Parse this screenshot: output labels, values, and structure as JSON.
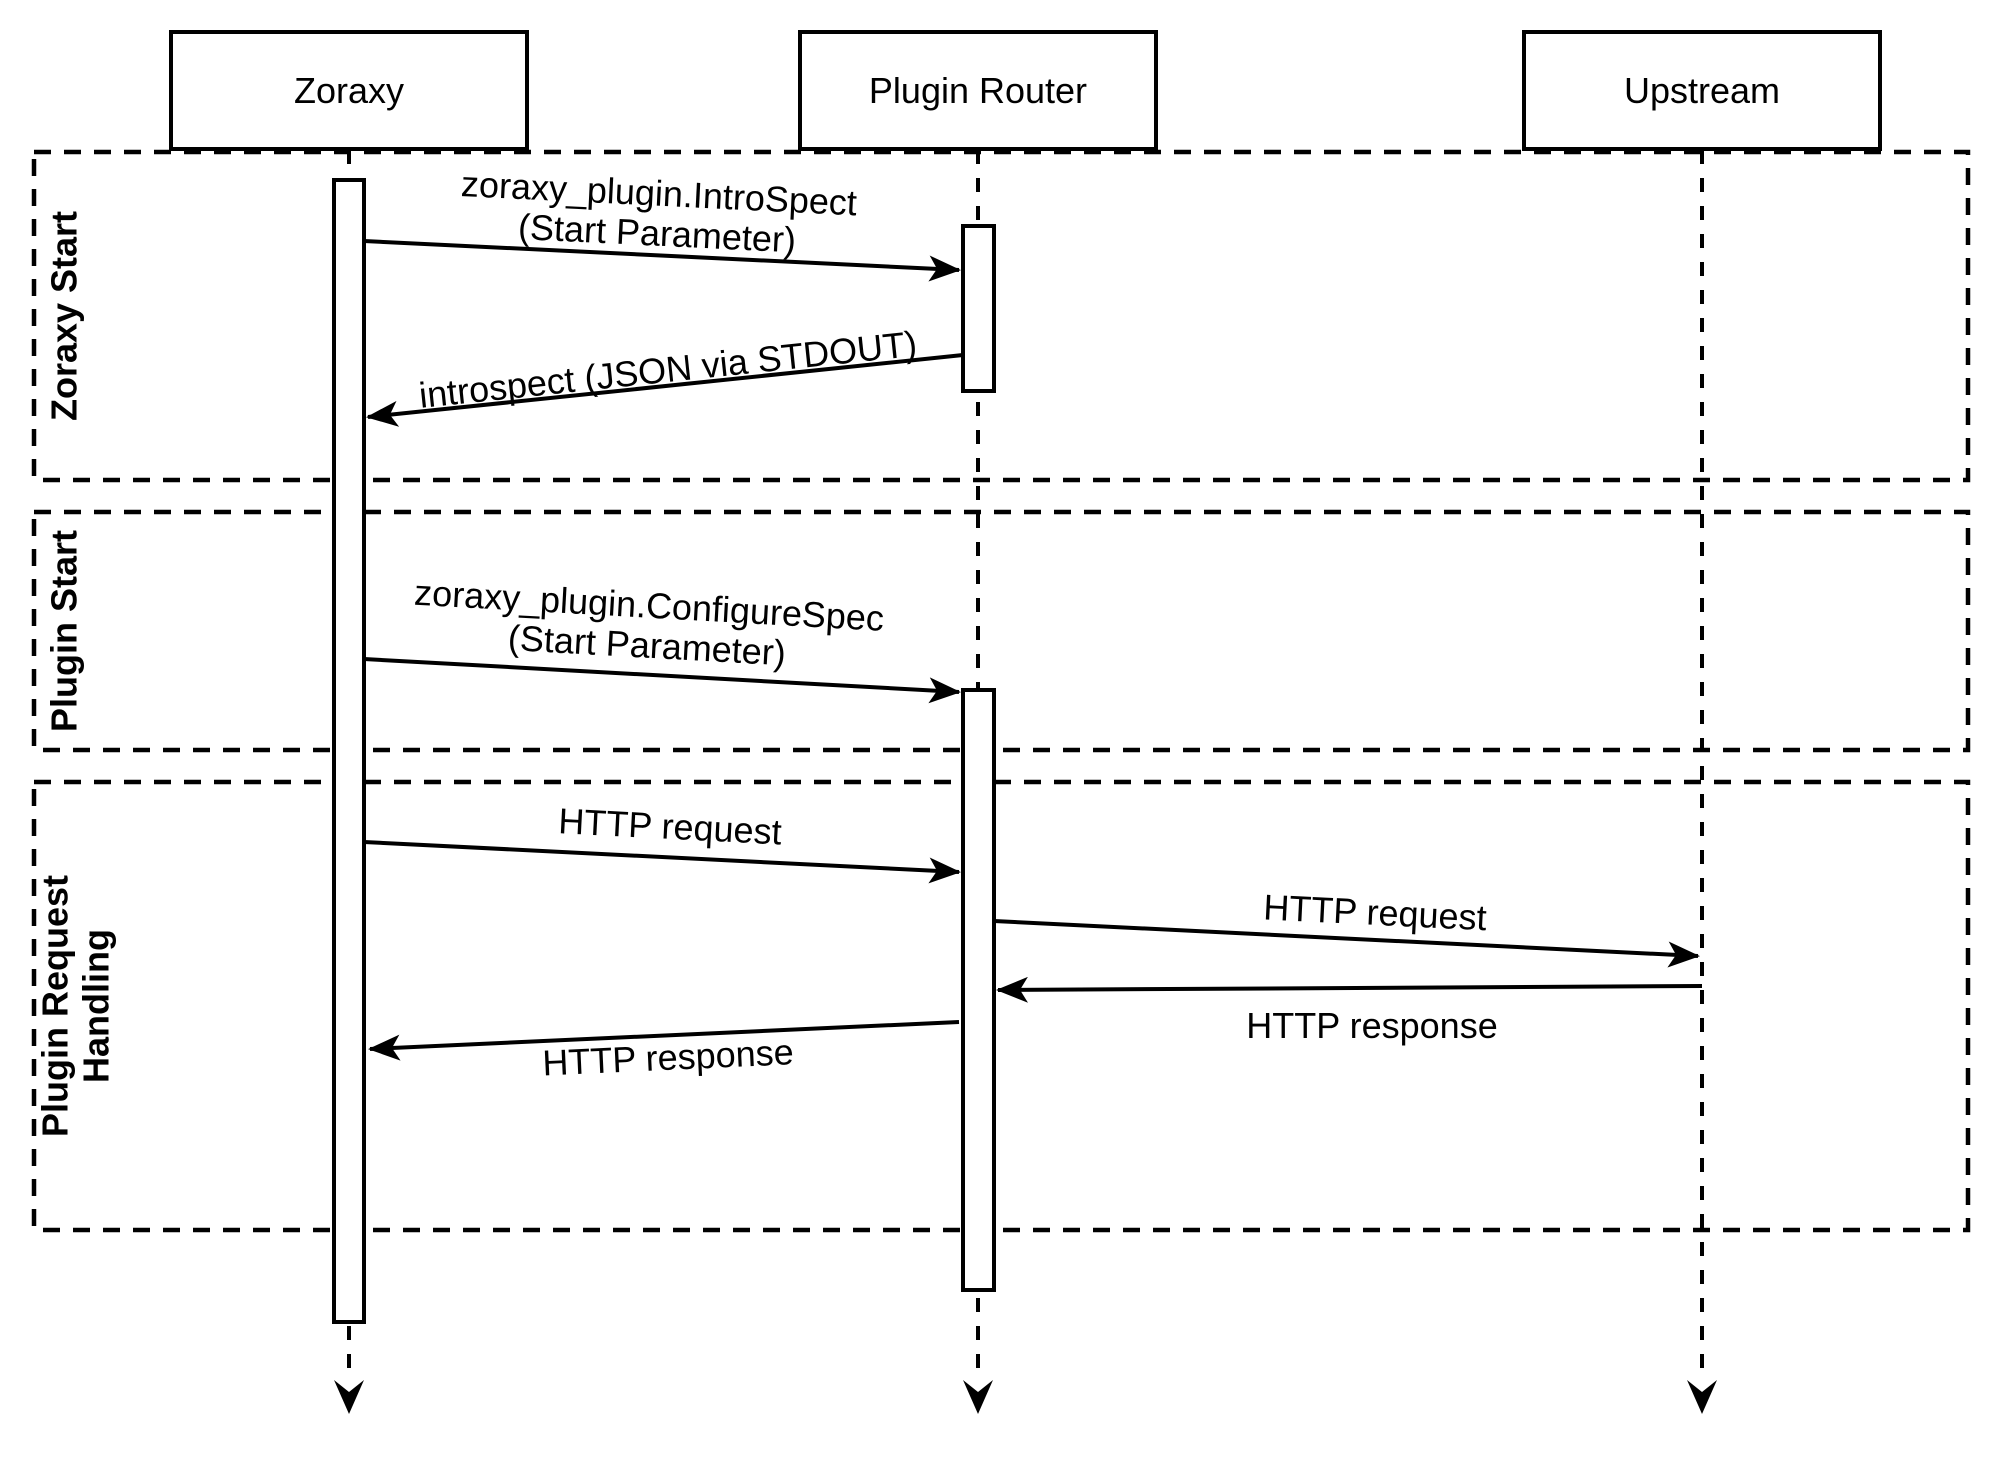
{
  "diagram": {
    "type": "sequence-diagram",
    "participants": [
      {
        "name": "Zoraxy"
      },
      {
        "name": "Plugin Router"
      },
      {
        "name": "Upstream"
      }
    ],
    "lanes": [
      {
        "label": "Zoraxy Start"
      },
      {
        "label": "Plugin Start"
      },
      {
        "label_line1": "Plugin Request",
        "label_line2": "Handling"
      }
    ],
    "messages": [
      {
        "from": "Zoraxy",
        "to": "Plugin Router",
        "label_line1": "zoraxy_plugin.IntroSpect",
        "label_line2": "(Start Parameter)"
      },
      {
        "from": "Plugin Router",
        "to": "Zoraxy",
        "label": "introspect (JSON via STDOUT)"
      },
      {
        "from": "Zoraxy",
        "to": "Plugin Router",
        "label_line1": "zoraxy_plugin.ConfigureSpec",
        "label_line2": "(Start Parameter)"
      },
      {
        "from": "Zoraxy",
        "to": "Plugin Router",
        "label": "HTTP request"
      },
      {
        "from": "Plugin Router",
        "to": "Upstream",
        "label": "HTTP request"
      },
      {
        "from": "Upstream",
        "to": "Plugin Router",
        "label": "HTTP response"
      },
      {
        "from": "Plugin Router",
        "to": "Zoraxy",
        "label": "HTTP response"
      }
    ],
    "colors": {
      "stroke": "#000000",
      "background": "#ffffff"
    }
  }
}
